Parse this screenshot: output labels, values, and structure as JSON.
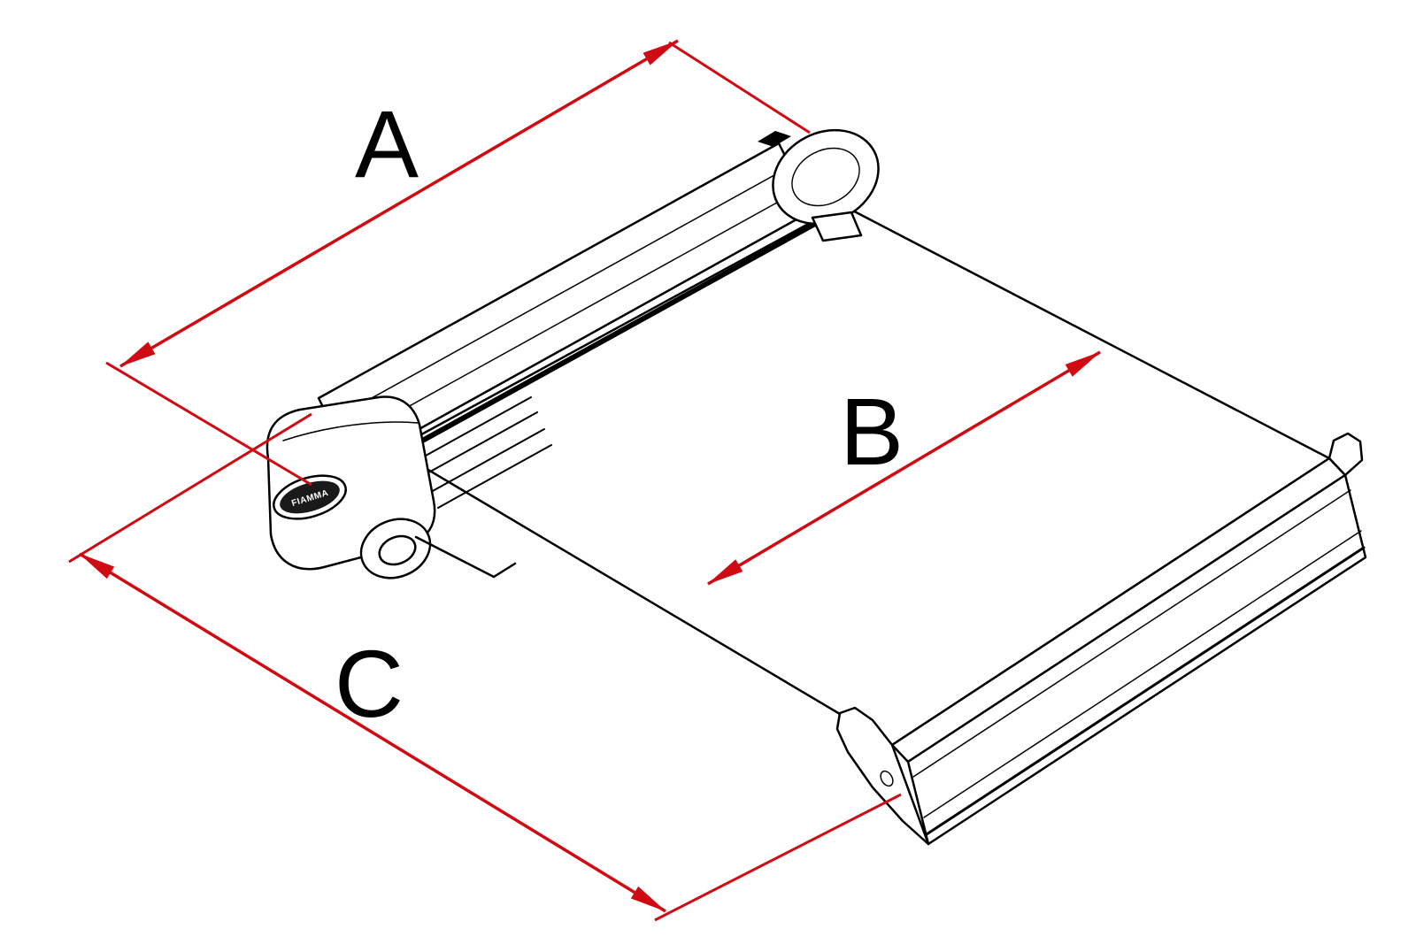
{
  "diagram": {
    "dimension_labels": {
      "a": "A",
      "b": "B",
      "c": "C"
    },
    "logo_text": "FIAMMA"
  },
  "colors": {
    "dimension_red": "#d00a12",
    "ink": "#000000",
    "bg": "#ffffff",
    "badge_dark": "#1a1a1a"
  }
}
